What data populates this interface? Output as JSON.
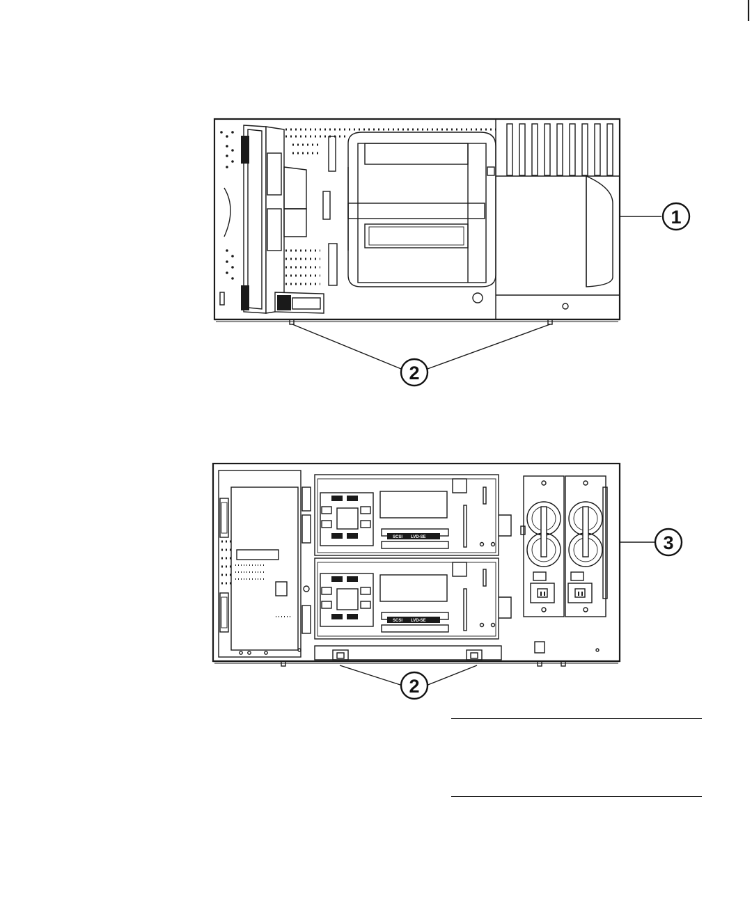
{
  "callouts": [
    {
      "id": "1",
      "label": "1"
    },
    {
      "id": "2-top",
      "label": "2"
    },
    {
      "id": "3",
      "label": "3"
    },
    {
      "id": "2-bottom",
      "label": "2"
    }
  ],
  "drive_labels": {
    "upper": [
      "SCSI",
      "LVD-SE"
    ],
    "lower": [
      "SCSI",
      "LVD-SE"
    ]
  },
  "colors": {
    "line": "#1a1a1a",
    "background": "#ffffff"
  }
}
